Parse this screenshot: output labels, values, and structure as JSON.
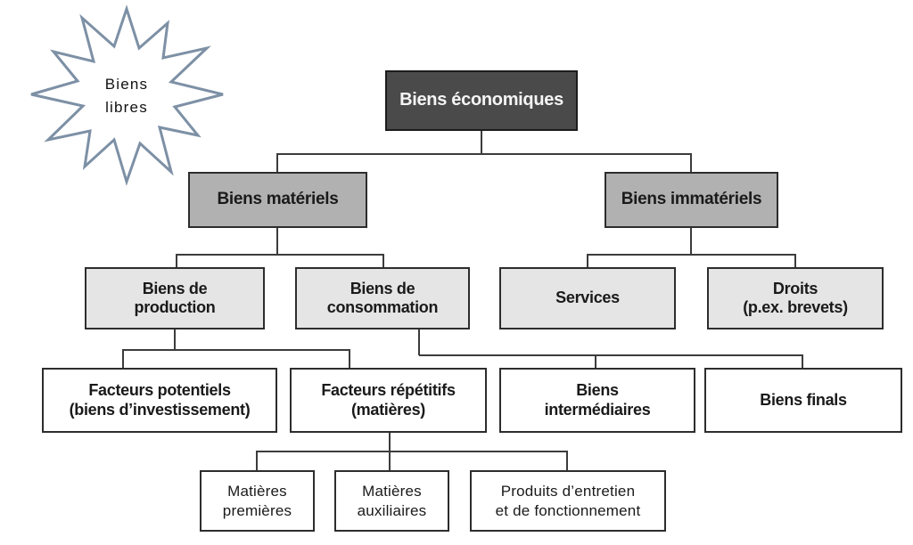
{
  "diagram": {
    "starburst": {
      "label": "Biens\nlibres",
      "stroke_color": "#7d90a5"
    },
    "nodes": {
      "biens_economiques": {
        "label": "Biens économiques"
      },
      "biens_materiels": {
        "label": "Biens matériels"
      },
      "biens_immateriels": {
        "label": "Biens immatériels"
      },
      "biens_de_production": {
        "label": "Biens de\nproduction"
      },
      "biens_de_consommation": {
        "label": "Biens de\nconsommation"
      },
      "services": {
        "label": "Services"
      },
      "droits": {
        "label": "Droits\n(p.ex. brevets)"
      },
      "facteurs_potentiels": {
        "label": "Facteurs potentiels\n(biens d’investissement)"
      },
      "facteurs_repetitifs": {
        "label": "Facteurs répétitifs\n(matières)"
      },
      "biens_intermediaires": {
        "label": "Biens\nintermédiaires"
      },
      "biens_finals": {
        "label": "Biens finals"
      },
      "matieres_premieres": {
        "label": "Matières\npremières"
      },
      "matieres_auxiliaires": {
        "label": "Matières\nauxiliaires"
      },
      "produits_entretien": {
        "label": "Produits d’entretien\net de fonctionnement"
      }
    },
    "edges": [
      [
        "biens_economiques",
        "biens_materiels"
      ],
      [
        "biens_economiques",
        "biens_immateriels"
      ],
      [
        "biens_materiels",
        "biens_de_production"
      ],
      [
        "biens_materiels",
        "biens_de_consommation"
      ],
      [
        "biens_immateriels",
        "services"
      ],
      [
        "biens_immateriels",
        "droits"
      ],
      [
        "biens_de_production",
        "facteurs_potentiels"
      ],
      [
        "biens_de_production",
        "facteurs_repetitifs"
      ],
      [
        "biens_de_consommation",
        "biens_intermediaires"
      ],
      [
        "biens_de_consommation",
        "biens_finals"
      ],
      [
        "facteurs_repetitifs",
        "matieres_premieres"
      ],
      [
        "facteurs_repetitifs",
        "matieres_auxiliaires"
      ],
      [
        "facteurs_repetitifs",
        "produits_entretien"
      ]
    ],
    "colors": {
      "root_fill": "#4a4a4a",
      "root_text": "#f5f5f5",
      "level2_fill": "#b1b1b1",
      "level3_fill": "#e5e5e5",
      "leaf_fill": "#ffffff",
      "border": "#2d2d2d",
      "connector": "#3c3c3c",
      "starburst_stroke": "#7d90a5",
      "text": "#1a1a1a"
    }
  }
}
